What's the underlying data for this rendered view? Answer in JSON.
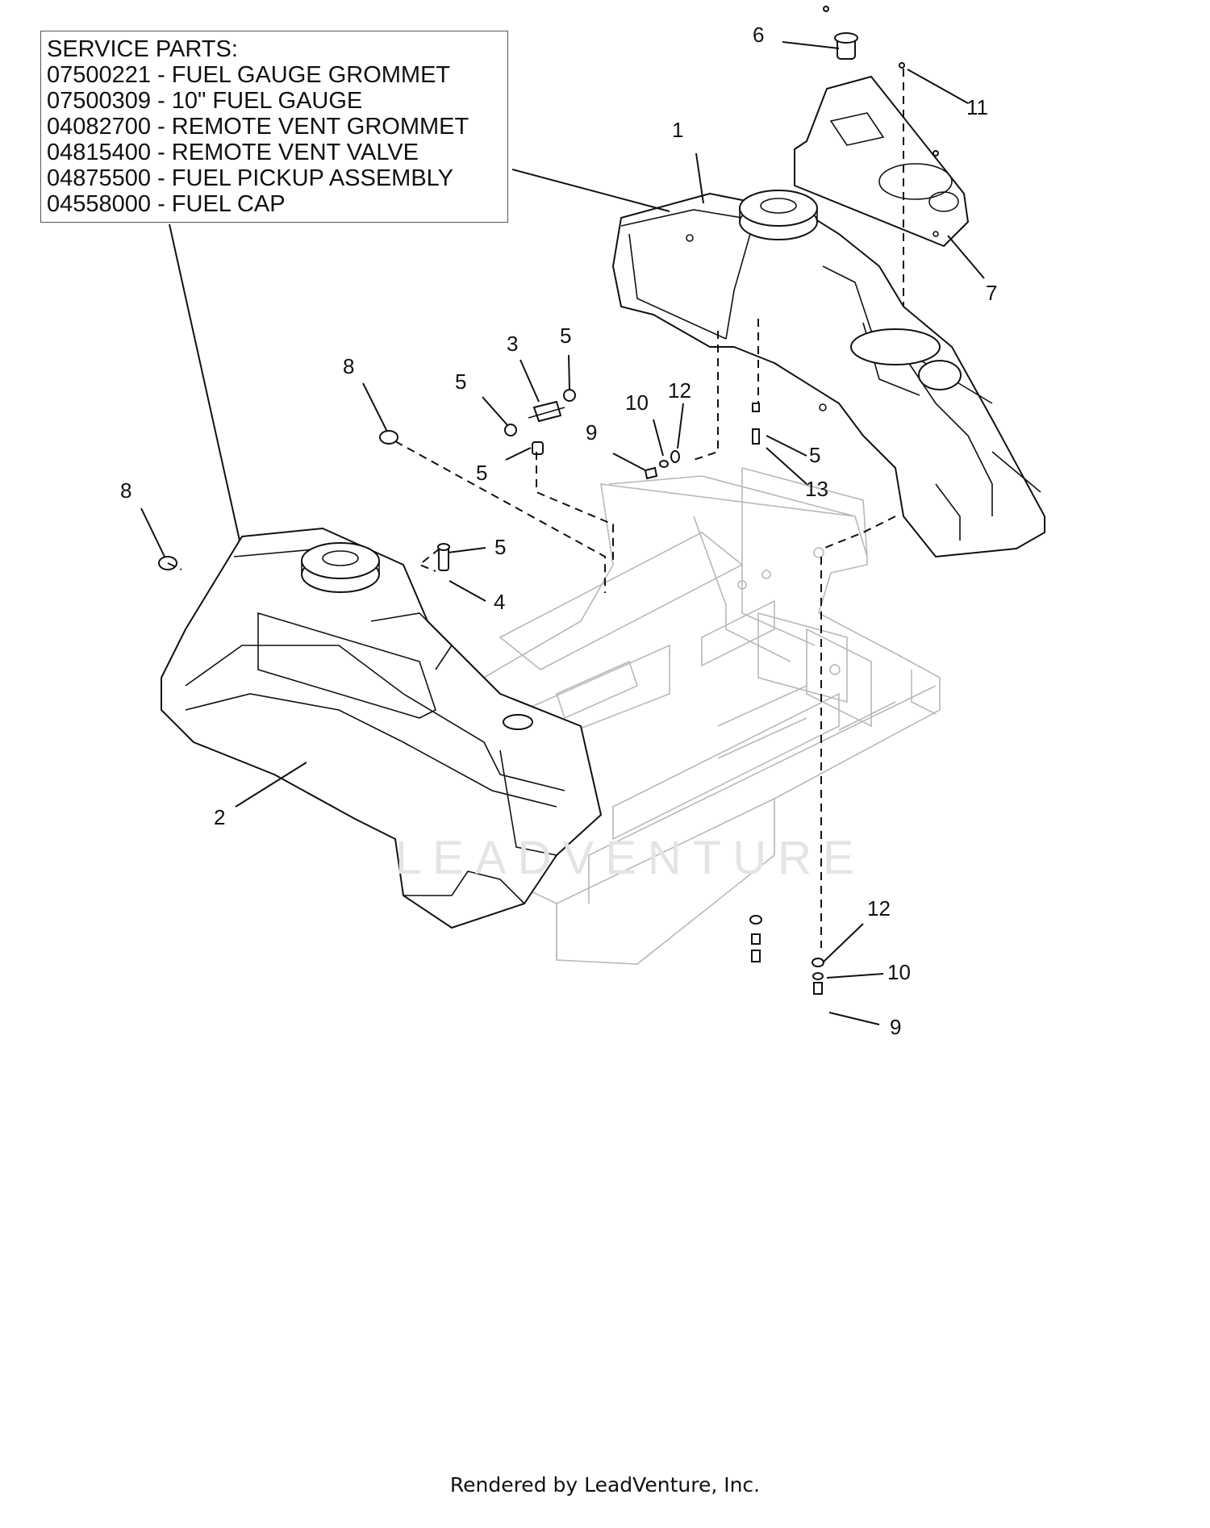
{
  "service_parts": {
    "heading": "SERVICE PARTS:",
    "items": [
      "07500221 - FUEL GAUGE GROMMET",
      "07500309 - 10\" FUEL GAUGE",
      "04082700 - REMOTE VENT GROMMET",
      "04815400 - REMOTE VENT VALVE",
      "04875500 - FUEL PICKUP ASSEMBLY",
      "04558000 - FUEL CAP"
    ]
  },
  "callouts": {
    "c1": "1",
    "c2": "2",
    "c3": "3",
    "c4": "4",
    "c5a": "5",
    "c5b": "5",
    "c5c": "5",
    "c5d": "5",
    "c5e": "5",
    "c6": "6",
    "c7": "7",
    "c8a": "8",
    "c8b": "8",
    "c9a": "9",
    "c9b": "9",
    "c10a": "10",
    "c10b": "10",
    "c11": "11",
    "c12a": "12",
    "c12b": "12",
    "c13": "13"
  },
  "watermark": "LEADVENTURE",
  "footer": "Rendered by LeadVenture, Inc."
}
